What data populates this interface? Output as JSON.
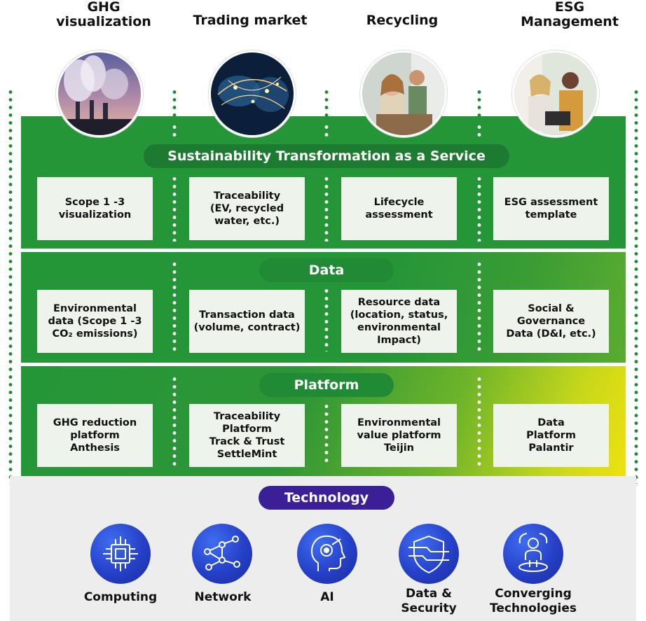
{
  "columns": [
    {
      "title": "GHG\nvisualization",
      "photo": "factory-smoke-photo"
    },
    {
      "title": "Trading market",
      "photo": "world-network-photo"
    },
    {
      "title": "Recycling",
      "photo": "recycling-people-photo"
    },
    {
      "title": "ESG\nManagement",
      "photo": "office-meeting-photo"
    }
  ],
  "layers": {
    "service": {
      "title": "Sustainability Transformation as a Service",
      "cards": [
        "Scope 1 -3\nvisualization",
        "Traceability\n(EV, recycled\nwater, etc.)",
        "Lifecycle\nassessment",
        "ESG assessment\ntemplate"
      ]
    },
    "data": {
      "title": "Data",
      "cards": [
        "Environmental\ndata (Scope 1 -3\nCO₂ emissions)",
        "Transaction data\n(volume, contract)",
        "Resource data\n(location, status,\nenvironmental\nImpact)",
        "Social &\nGovernance\nData (D&I, etc.)"
      ]
    },
    "platform": {
      "title": "Platform",
      "cards": [
        "GHG reduction\nplatform\nAnthesis",
        "Traceability\nPlatform\nTrack & Trust\nSettleMint",
        "Environmental\nvalue platform\nTeijin",
        "Data\nPlatform\nPalantir"
      ]
    }
  },
  "technology": {
    "title": "Technology",
    "items": [
      {
        "label": "Computing",
        "icon": "chip-icon"
      },
      {
        "label": "Network",
        "icon": "network-icon"
      },
      {
        "label": "AI",
        "icon": "ai-head-icon"
      },
      {
        "label": "Data &\nSecurity",
        "icon": "shield-icon"
      },
      {
        "label": "Converging\nTechnologies",
        "icon": "person-circle-icon"
      }
    ]
  },
  "colors": {
    "green": "#249638",
    "dark_green_pill": "#1d7a31",
    "yellow_accent": "#eee20f",
    "card_bg": "#eef3ec",
    "tech_pill": "#3a1f96",
    "tech_icon_blue": "#2540c8",
    "tech_bg": "#ededed"
  }
}
